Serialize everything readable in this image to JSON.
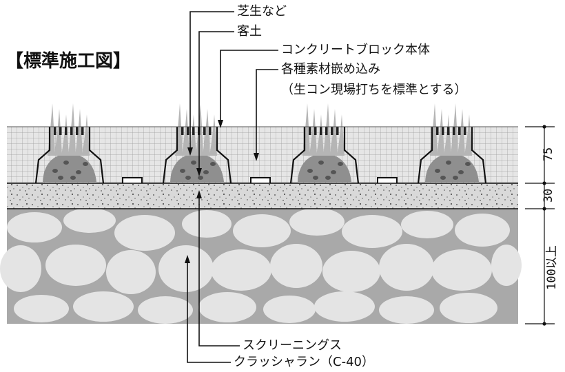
{
  "title": "【標準施工図】",
  "labels": {
    "turf": "芝生など",
    "soil": "客土",
    "block": "コンクリートブロック本体",
    "infill": "各種素材嵌め込み",
    "infill_note": "（生コン現場打ちを標準とする）",
    "screenings": "スクリーニングス",
    "crusher_run": "クラッシャラン（C-40）"
  },
  "dimensions": {
    "block": "75",
    "screenings": "30",
    "crusher_run": "100以上"
  },
  "colors": {
    "grid_fill": "#e6e6e6",
    "grid_line": "#9a9a9a",
    "sand": "#d9d9d9",
    "stone": "#e4e4e4",
    "stone_bg": "#a9a9a9",
    "soil": "#8f8f8f",
    "grass": "#b5b5b5",
    "outline": "#111111"
  }
}
